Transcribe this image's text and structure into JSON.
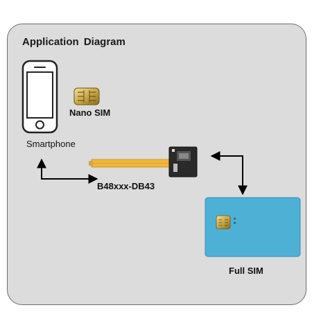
{
  "diagram": {
    "title": "Application Diagram",
    "labels": {
      "smartphone": "Smartphone",
      "nano_sim": "Nano SIM",
      "device": "B48xxx-DB43",
      "full_sim": "Full SIM"
    },
    "icons": [
      "smartphone-icon",
      "nano-sim-icon",
      "flex-cable-adapter-icon",
      "full-sim-card-icon"
    ],
    "colors": {
      "panel": "#dcdcdc",
      "full_sim": "#4fb0d6",
      "flex_cable": "#f0b73a",
      "chip": "#c9a84a"
    }
  }
}
